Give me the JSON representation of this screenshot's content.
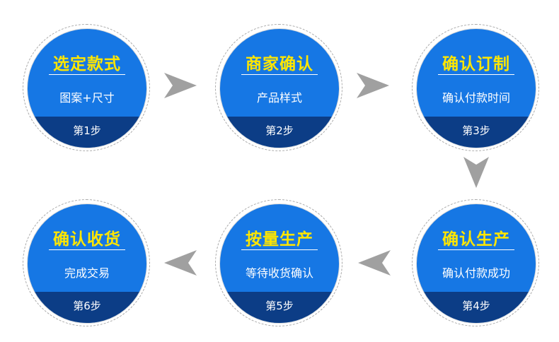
{
  "steps": [
    {
      "title": "选定款式",
      "desc": "图案+尺寸",
      "label": "第1步"
    },
    {
      "title": "商家确认",
      "desc": "产品样式",
      "label": "第2步"
    },
    {
      "title": "确认订制",
      "desc": "确认付款时间",
      "label": "第3步"
    },
    {
      "title": "确认生产",
      "desc": "确认付款成功",
      "label": "第4步"
    },
    {
      "title": "按量生产",
      "desc": "等待收货确认",
      "label": "第5步"
    },
    {
      "title": "确认收货",
      "desc": "完成交易",
      "label": "第6步"
    }
  ],
  "colors": {
    "circle_fill": "#1677e4",
    "band_fill": "#0c3d86",
    "title_text": "#ffe600",
    "arrow": "#a0a0a0"
  },
  "icons": [
    "arrow-right-icon",
    "arrow-down-icon",
    "arrow-left-icon"
  ]
}
